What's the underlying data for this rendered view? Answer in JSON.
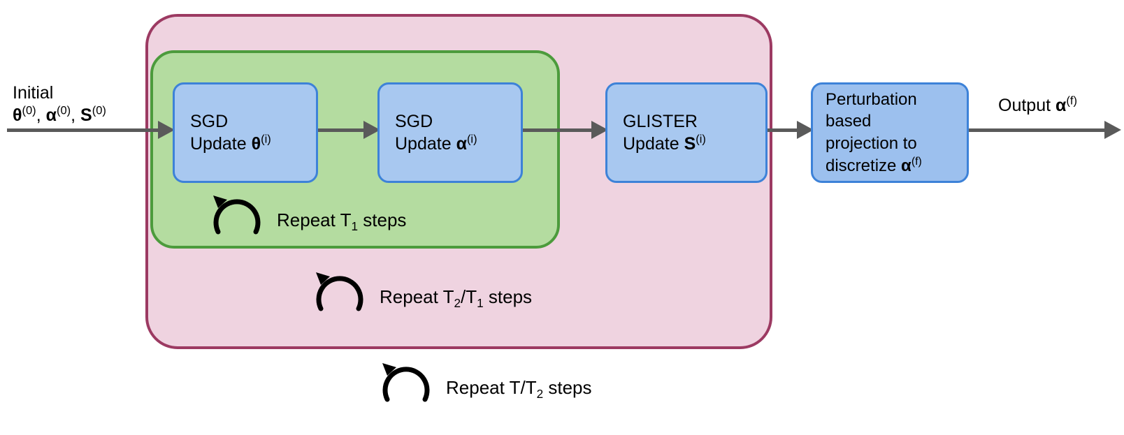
{
  "diagram": {
    "title": "Training loop with SGD updates, GLISTER subset selection and perturbation-based projection",
    "colors": {
      "outer_container_fill": "#efd3e0",
      "outer_container_border": "#9c3a62",
      "inner_container_fill": "#b4dca0",
      "inner_container_border": "#4c9b3c",
      "box_fill": "#a8c8f0",
      "box_fill_alt": "#9cc0ee",
      "box_border": "#3d82d8",
      "arrow": "#5a5a5a",
      "text": "#000000"
    }
  },
  "input": {
    "line1": "Initial",
    "line2_parts": [
      {
        "symbol": "θ",
        "sup": "(0)",
        "bold": true
      },
      {
        "text": ", "
      },
      {
        "symbol": "α",
        "sup": "(0)",
        "bold": true
      },
      {
        "text": ", "
      },
      {
        "symbol": "S",
        "sup": "(0)",
        "bold": true
      }
    ],
    "line2_plain": "θ(0), α(0), S(0)"
  },
  "output": {
    "label": "Output",
    "symbol": "α",
    "sup": "(f)",
    "plain": "Output α(f)"
  },
  "boxes": [
    {
      "id": "sgd-theta",
      "line1": "SGD",
      "line2_prefix": "Update ",
      "line2_symbol": "θ",
      "line2_sup": "(i)",
      "plain": "SGD Update θ(i)"
    },
    {
      "id": "sgd-alpha",
      "line1": "SGD",
      "line2_prefix": "Update ",
      "line2_symbol": "α",
      "line2_sup": "(i)",
      "plain": "SGD Update α(i)"
    },
    {
      "id": "glister",
      "line1": "GLISTER",
      "line2_prefix": "Update ",
      "line2_symbol": "S",
      "line2_sup": "(i)",
      "plain": "GLISTER Update S(i)"
    },
    {
      "id": "perturbation",
      "line1": "Perturbation",
      "line2": "based",
      "line3": "projection to",
      "line4_prefix": "discretize ",
      "line4_symbol": "α",
      "line4_sup": "(f)",
      "plain": "Perturbation based projection to discretize α(f)"
    }
  ],
  "loops": [
    {
      "id": "t1",
      "icon": "repeat-loop-icon",
      "prefix": "Repeat T",
      "sub": "1",
      "suffix": " steps",
      "plain": "Repeat T1 steps"
    },
    {
      "id": "t2-over-t1",
      "icon": "repeat-loop-icon",
      "prefix": "Repeat T",
      "sub": "2",
      "mid": "/T",
      "sub2": "1",
      "suffix": " steps",
      "plain": "Repeat T2/T1 steps"
    },
    {
      "id": "t-over-t2",
      "icon": "repeat-loop-icon",
      "prefix": "Repeat T/T",
      "sub": "2",
      "suffix": " steps",
      "plain": "Repeat T/T2 steps"
    }
  ],
  "arrows": [
    {
      "id": "initial-to-sgd-theta",
      "name": "arrow-initial"
    },
    {
      "id": "sgd-theta-to-sgd-alpha",
      "name": "arrow-1to2"
    },
    {
      "id": "sgd-alpha-to-glister",
      "name": "arrow-2to3"
    },
    {
      "id": "glister-to-perturbation",
      "name": "arrow-3to4"
    },
    {
      "id": "perturbation-to-output",
      "name": "arrow-output"
    }
  ]
}
